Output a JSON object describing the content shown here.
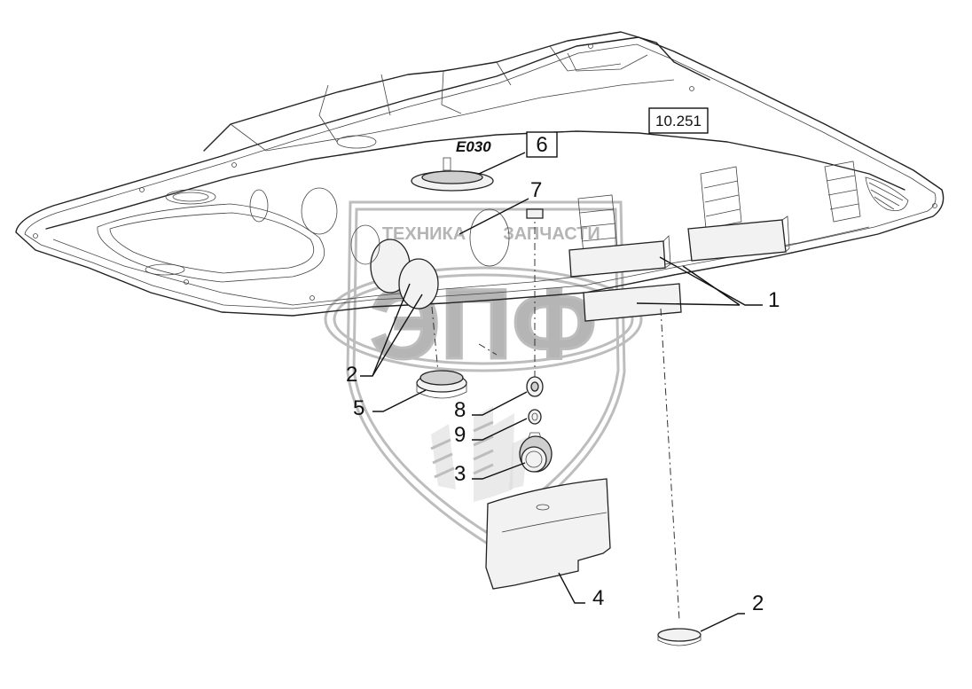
{
  "diagram": {
    "reference": "10.251",
    "code_label": "E030",
    "watermark": {
      "left_text": "ТЕХНИКА",
      "right_text": "ЗАПЧАСТИ",
      "logo_text": "ЭПФ"
    },
    "callouts": [
      {
        "id": "c1",
        "label": "1"
      },
      {
        "id": "c2a",
        "label": "2"
      },
      {
        "id": "c2b",
        "label": "2"
      },
      {
        "id": "c3",
        "label": "3"
      },
      {
        "id": "c4",
        "label": "4"
      },
      {
        "id": "c5",
        "label": "5"
      },
      {
        "id": "c6",
        "label": "6"
      },
      {
        "id": "c7",
        "label": "7"
      },
      {
        "id": "c8",
        "label": "8"
      },
      {
        "id": "c9",
        "label": "9"
      }
    ]
  }
}
